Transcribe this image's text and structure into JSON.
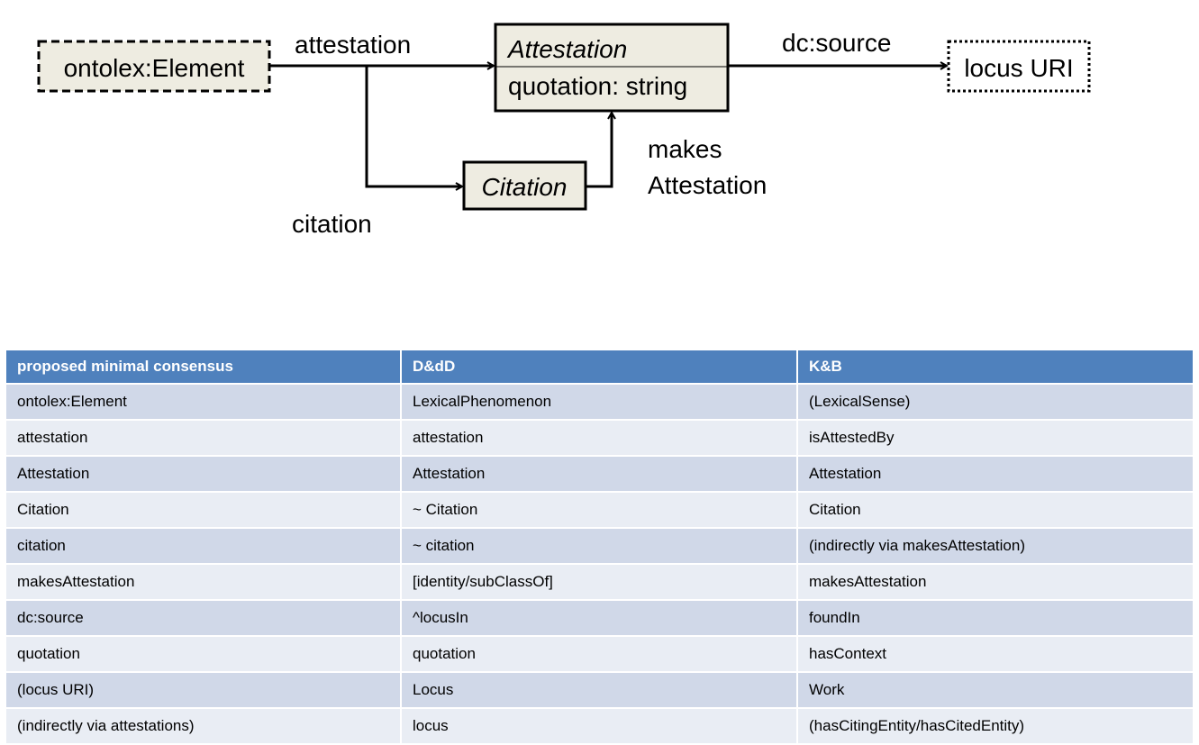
{
  "diagram": {
    "nodes": {
      "ontolex_element": "ontolex:Element",
      "attestation_class": "Attestation",
      "attestation_attribute": "quotation: string",
      "citation_class": "Citation",
      "locus_uri": "locus URI"
    },
    "edges": {
      "attestation": "attestation",
      "dc_source": "dc:source",
      "citation": "citation",
      "makes_line1": "makes",
      "makes_line2": "Attestation"
    }
  },
  "table": {
    "headers": [
      "proposed minimal consensus",
      "D&dD",
      "K&B"
    ],
    "rows": [
      [
        "ontolex:Element",
        "LexicalPhenomenon",
        "(LexicalSense)"
      ],
      [
        "attestation",
        "attestation",
        "isAttestedBy"
      ],
      [
        "Attestation",
        "Attestation",
        "Attestation"
      ],
      [
        "Citation",
        "~ Citation",
        "Citation"
      ],
      [
        "citation",
        "~ citation",
        "(indirectly via makesAttestation)"
      ],
      [
        "makesAttestation",
        "[identity/subClassOf]",
        "makesAttestation"
      ],
      [
        "dc:source",
        "^locusIn",
        "foundIn"
      ],
      [
        "quotation",
        "quotation",
        "hasContext"
      ],
      [
        "(locus URI)",
        "Locus",
        "Work"
      ],
      [
        "(indirectly via attestations)",
        "locus",
        "(hasCitingEntity/hasCitedEntity)"
      ]
    ]
  },
  "colors": {
    "header": "#4f81bd",
    "row_odd": "#d0d8e8",
    "row_even": "#e9edf4",
    "node_fill": "#eeece1"
  }
}
